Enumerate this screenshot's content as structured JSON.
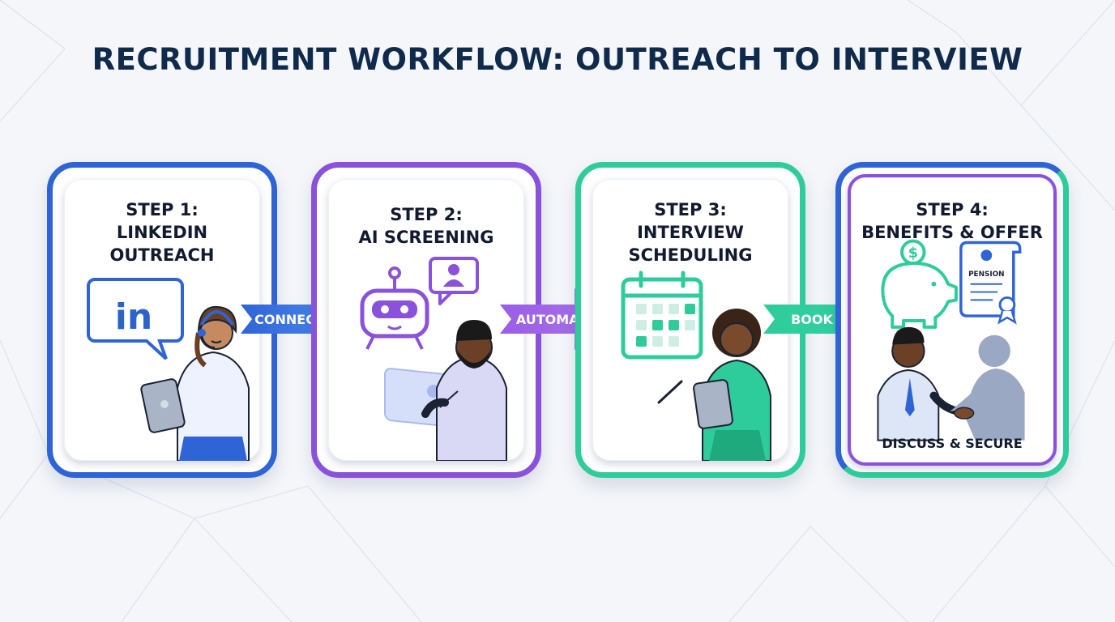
{
  "title": "RECRUITMENT WORKFLOW: OUTREACH TO INTERVIEW",
  "steps": [
    {
      "lines": [
        "STEP 1:",
        "LINKEDIN",
        "OUTREACH"
      ],
      "icon": "linkedin-icon",
      "color": "#2f64d6"
    },
    {
      "lines": [
        "STEP 2:",
        "AI SCREENING"
      ],
      "icon": "robot-icon",
      "color": "#8a52db"
    },
    {
      "lines": [
        "STEP 3:",
        "INTERVIEW",
        "SCHEDULING"
      ],
      "icon": "calendar-icon",
      "color": "#2ecc9a"
    },
    {
      "lines": [
        "STEP 4:",
        "BENEFITS & OFFER"
      ],
      "icon": "piggy-bank-icon",
      "color": "#8a52db",
      "footer": "DISCUSS & SECURE",
      "badge": "PENSION"
    }
  ],
  "connectors": [
    {
      "label": "CONNECT",
      "colors": [
        "#2f64d6",
        "#4f8ef0"
      ]
    },
    {
      "label": "AUTOMATE",
      "colors": [
        "#9b5de5",
        "#a874ea"
      ]
    },
    {
      "label": "BOOK",
      "colors": [
        "#2ecc9a",
        "#34d2a6"
      ]
    }
  ]
}
